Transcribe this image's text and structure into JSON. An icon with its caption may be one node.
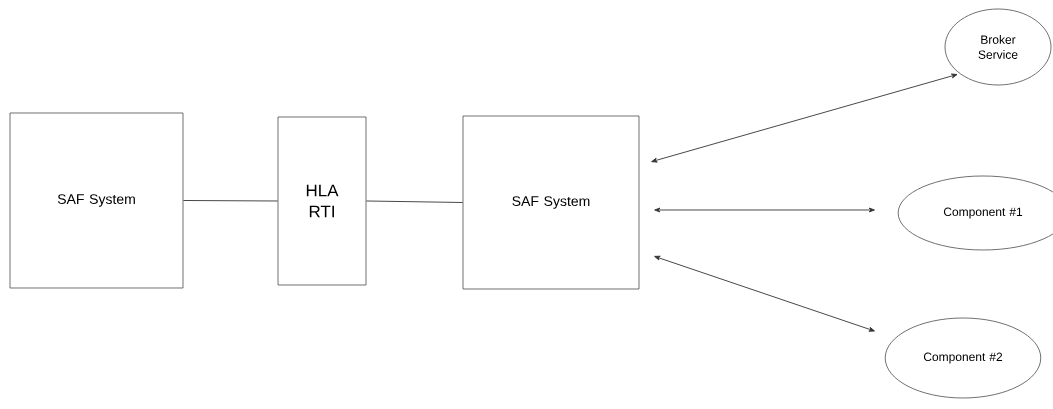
{
  "diagram": {
    "nodes": [
      {
        "text": [
          "SAF System"
        ]
      },
      {
        "text": [
          "HLA RTI"
        ]
      },
      {
        "text": [
          "SAF System"
        ]
      },
      {
        "text": [
          "Broker Service"
        ]
      },
      {
        "text": [
          "Component #1"
        ]
      },
      {
        "text": [
          "Component #2"
        ]
      }
    ],
    "edges": [
      {
        "from": 0,
        "to": 1,
        "arrow": "none"
      },
      {
        "from": 1,
        "to": 2,
        "arrow": "none"
      },
      {
        "from": 2,
        "to": 3,
        "arrow": "both"
      },
      {
        "from": 2,
        "to": 4,
        "arrow": "both"
      },
      {
        "from": 2,
        "to": 5,
        "arrow": "both"
      }
    ]
  }
}
